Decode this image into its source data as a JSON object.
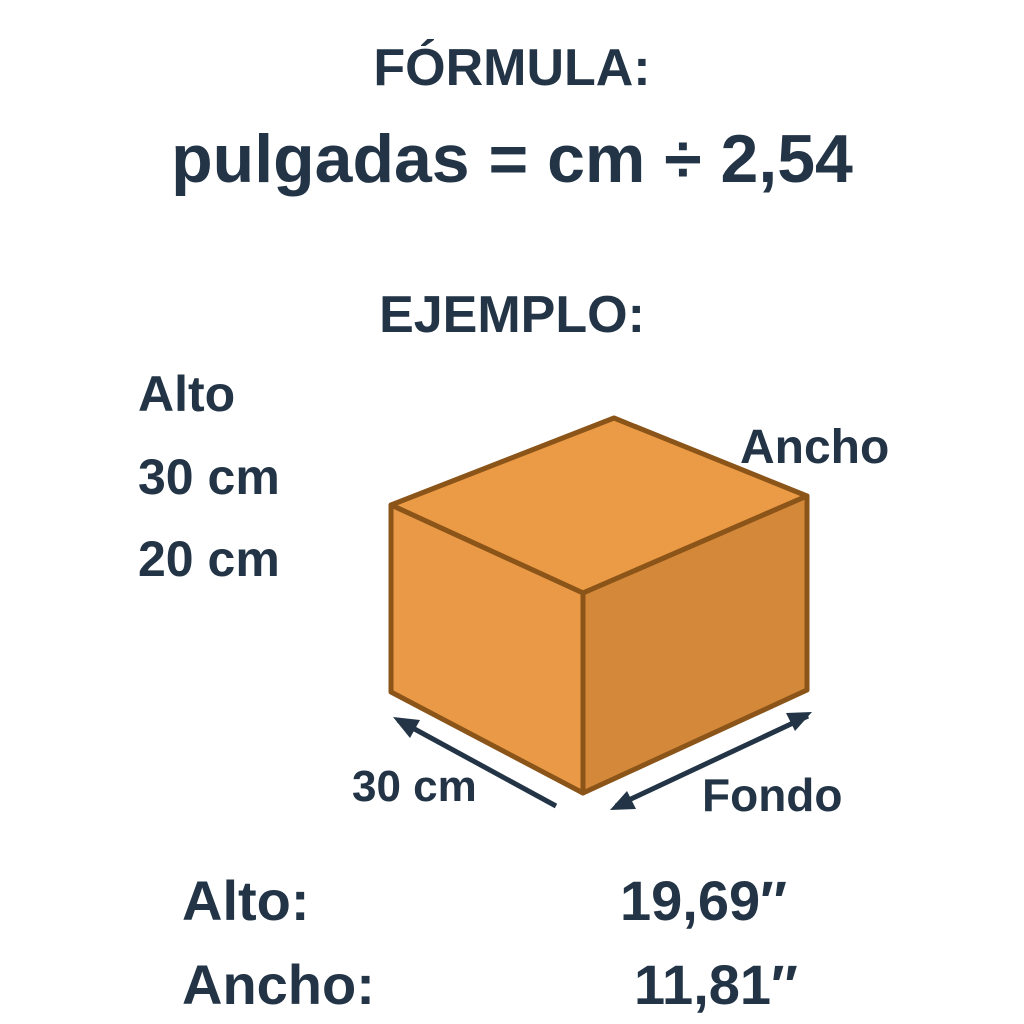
{
  "header": {
    "title": "FÓRMULA:",
    "formula": "pulgadas = cm ÷ 2,54"
  },
  "example": {
    "heading": "EJEMPLO:",
    "side_labels": [
      "Alto",
      "30 cm",
      "20 cm"
    ],
    "box_labels": {
      "ancho": "Ancho",
      "front_dimension": "30 cm",
      "fondo": "Fondo"
    },
    "colors": {
      "top_face": "#EB9A45",
      "left_face": "#EA9A47",
      "right_face": "#D4883A",
      "edge": "#8B5418",
      "arrow": "#223445",
      "text": "#223445"
    }
  },
  "results": [
    {
      "label": "Alto:",
      "value": "19,69″"
    },
    {
      "label": "Ancho:",
      "value": "11,81″"
    }
  ]
}
